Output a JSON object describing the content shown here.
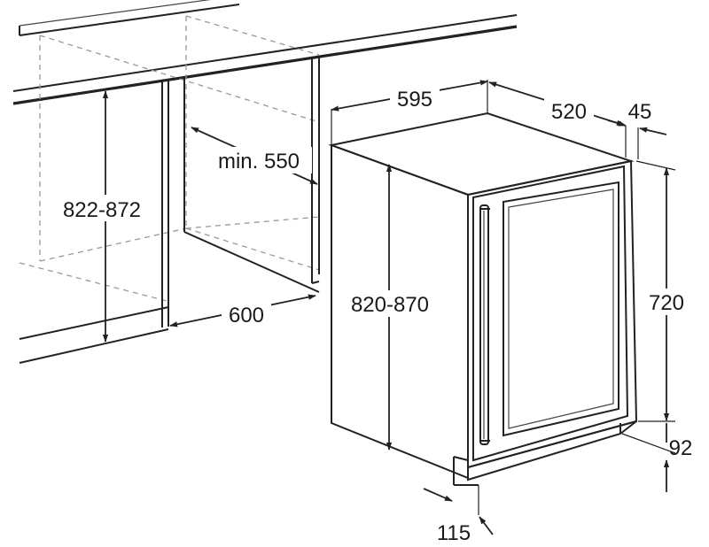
{
  "diagram": {
    "labels": {
      "width_595": "595",
      "depth_520": "520",
      "door_45": "45",
      "niche_height": "822-872",
      "niche_min_depth": "min. 550",
      "niche_width": "600",
      "appliance_height": "820-870",
      "door_height": "720",
      "plinth_92": "92",
      "recess_115": "115"
    },
    "colors": {
      "line": "#222222",
      "dashed": "#999999",
      "background": "#ffffff"
    }
  }
}
